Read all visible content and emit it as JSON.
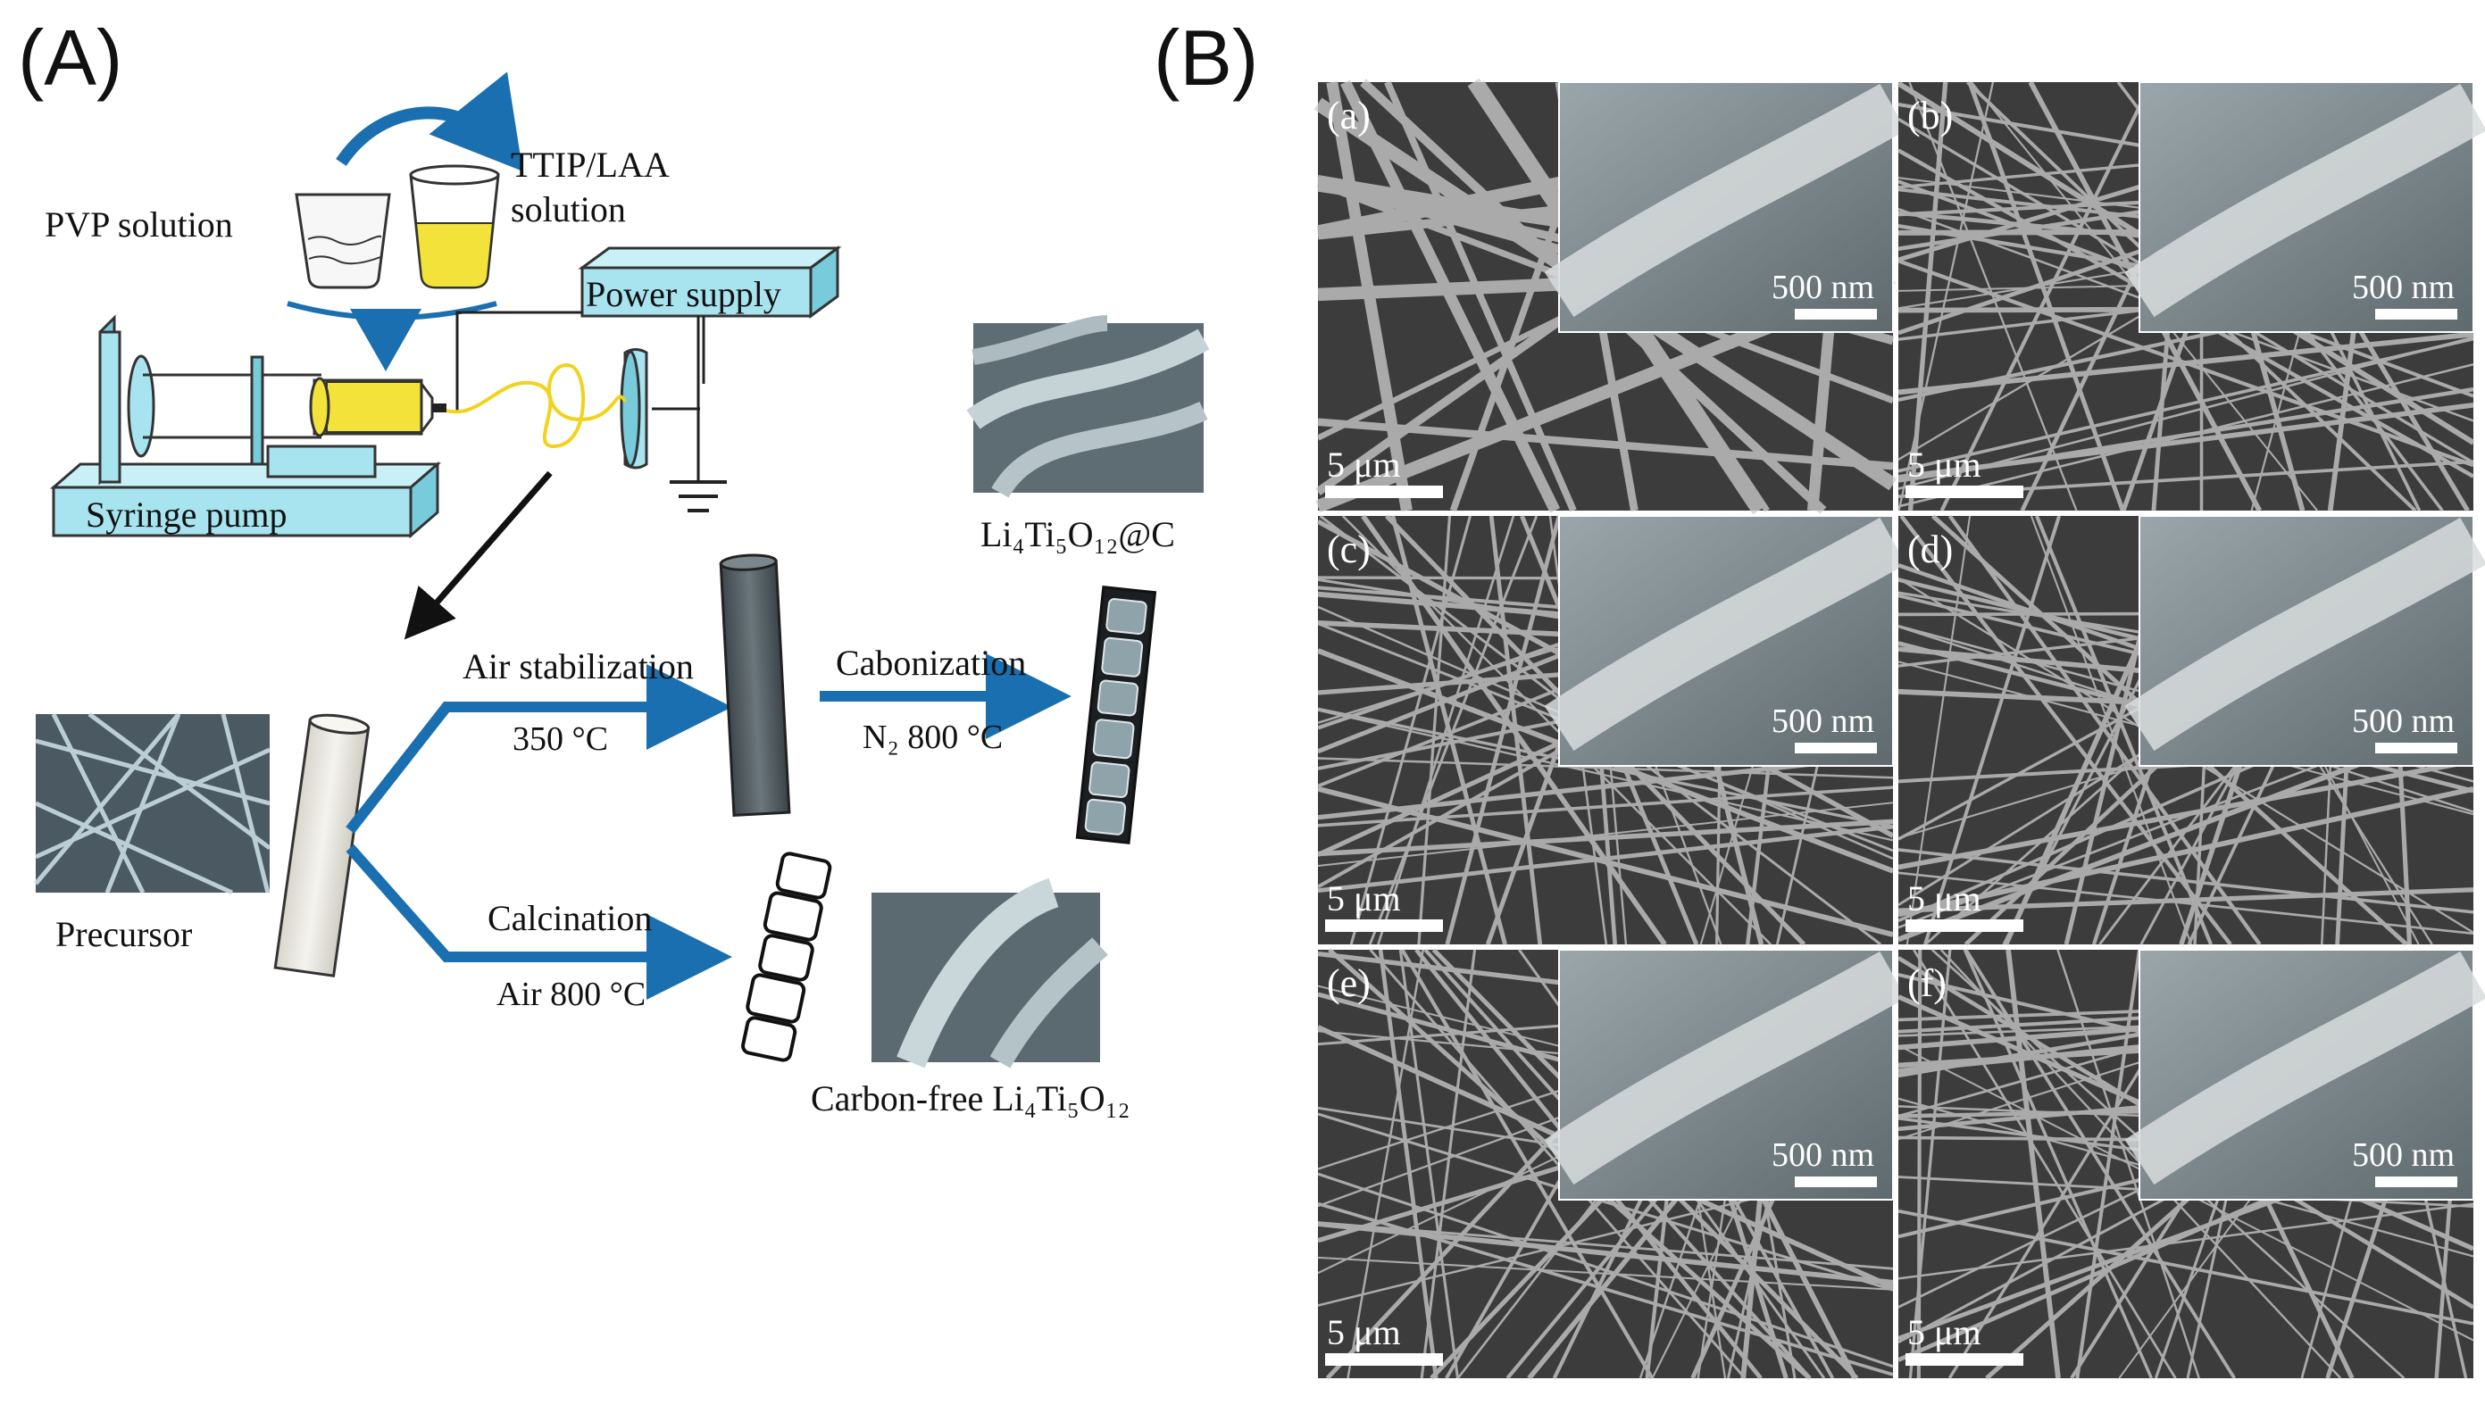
{
  "panel_a": {
    "label": "(A)",
    "solution_pvp": "PVP solution",
    "solution_ttip_line1": "TTIP/LAA",
    "solution_ttip_line2": "solution",
    "power_supply": "Power supply",
    "syringe_pump": "Syringe pump",
    "precursor": "Precursor",
    "air_stabilization": "Air stabilization",
    "air_temp": "350 °C",
    "carbonization": "Cabonization",
    "n2_temp": "N₂ 800 °C",
    "calcination": "Calcination",
    "calcination_temp": "Air 800 °C",
    "product_carbon": "Li₄Ti₅O₁₂@C",
    "product_carbon_free": "Carbon-free Li₄Ti₅O₁₂"
  },
  "panel_b": {
    "label": "(B)",
    "panels": [
      {
        "tag": "(a)",
        "scale_main": "5 μm",
        "scale_inset": "500 nm"
      },
      {
        "tag": "(b)",
        "scale_main": "5 μm",
        "scale_inset": "500 nm"
      },
      {
        "tag": "(c)",
        "scale_main": "5 μm",
        "scale_inset": "500 nm"
      },
      {
        "tag": "(d)",
        "scale_main": "5 μm",
        "scale_inset": "500 nm"
      },
      {
        "tag": "(e)",
        "scale_main": "5 μm",
        "scale_inset": "500 nm"
      },
      {
        "tag": "(f)",
        "scale_main": "5 μm",
        "scale_inset": "500 nm"
      }
    ]
  },
  "colors": {
    "arrow_blue": "#1a6fb0",
    "cyan_fill": "#a8e4ef",
    "yellow_liquid": "#f2e23a",
    "dark_fiber": "#5a6469",
    "sem_bg": "#3c3c3c"
  }
}
